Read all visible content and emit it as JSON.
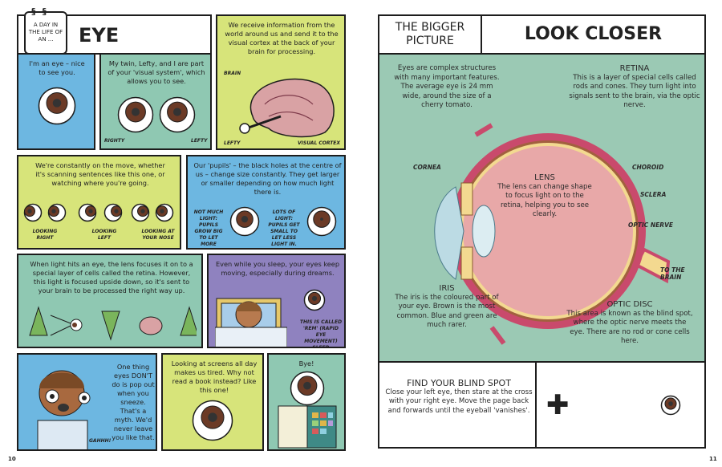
{
  "left_page": {
    "badge": "A DAY IN THE LIFE OF AN ...",
    "title": "EYE",
    "panels": [
      {
        "text": "I'm an eye – nice to see you."
      },
      {
        "text": "My twin, Lefty, and I are part of your 'visual system', which allows you to see.",
        "labels": [
          "RIGHTY",
          "LEFTY"
        ]
      },
      {
        "text": "We receive information from the world around us and send it to the visual cortex at the back of your brain for processing.",
        "labels": [
          "BRAIN",
          "LEFTY",
          "VISUAL CORTEX"
        ]
      },
      {
        "text": "We're constantly on the move, whether it's scanning sentences like this one, or watching where you're going.",
        "labels": [
          "LOOKING RIGHT",
          "LOOKING LEFT",
          "LOOKING AT YOUR NOSE"
        ]
      },
      {
        "text": "Our 'pupils' – the black holes at the centre of us – change size constantly. They get larger or smaller depending on how much light there is.",
        "labels": [
          "NOT MUCH LIGHT: PUPILS GROW BIG TO LET MORE LIGHT IN.",
          "LOTS OF LIGHT: PUPILS GET SMALL TO LET LESS LIGHT IN."
        ]
      },
      {
        "text": "When light hits an eye, the lens focuses it on to a special layer of cells called the retina. However, this light is focused upside down, so it's sent to your brain to be processed the right way up."
      },
      {
        "text": "Even while you sleep, your eyes keep moving, especially during dreams.",
        "labels": [
          "THIS IS CALLED 'REM' (RAPID EYE MOVEMENT) SLEEP."
        ]
      },
      {
        "text": "One thing eyes DON'T do is pop out when you sneeze. That's a myth. We'd never leave you like that.",
        "labels": [
          "GAHHH!"
        ]
      },
      {
        "text": "Looking at screens all day makes us tired. Why not read a book instead? Like this one!"
      },
      {
        "text": "Bye!"
      }
    ],
    "page_number": "10"
  },
  "right_page": {
    "kicker": "THE BIGGER PICTURE",
    "title": "LOOK CLOSER",
    "intro": "Eyes are complex structures with many important features. The average eye is 24 mm wide, around the size of a cherry tomato.",
    "retina": {
      "heading": "RETINA",
      "text": "This is a layer of special cells called rods and cones. They turn light into signals sent to the brain, via the optic nerve."
    },
    "lens": {
      "heading": "LENS",
      "text": "The lens can change shape to focus light on to the retina, helping you to see clearly."
    },
    "iris": {
      "heading": "IRIS",
      "text": "The iris is the coloured part of your eye. Brown is the most common. Blue and green are much rarer."
    },
    "optic_disc": {
      "heading": "OPTIC DISC",
      "text": "This area is known as the blind spot, where the optic nerve meets the eye. There are no rod or cone cells here."
    },
    "labels": {
      "cornea": "CORNEA",
      "choroid": "CHOROID",
      "sclera": "SCLERA",
      "optic_nerve": "OPTIC NERVE",
      "to_brain": "TO THE BRAIN"
    },
    "blind_spot": {
      "heading": "FIND YOUR BLIND SPOT",
      "text": "Close your left eye, then stare at the cross with your right eye. Move the page back and forwards until the eyeball 'vanishes'."
    },
    "page_number": "11"
  },
  "colors": {
    "blue": "#6db7e1",
    "teal": "#8fc8b2",
    "green": "#d7e47a",
    "purple": "#8f82bf",
    "sclera": "#c94a6c",
    "eye_interior": "#e8a8a8",
    "iris_brown": "#6b3a26"
  }
}
